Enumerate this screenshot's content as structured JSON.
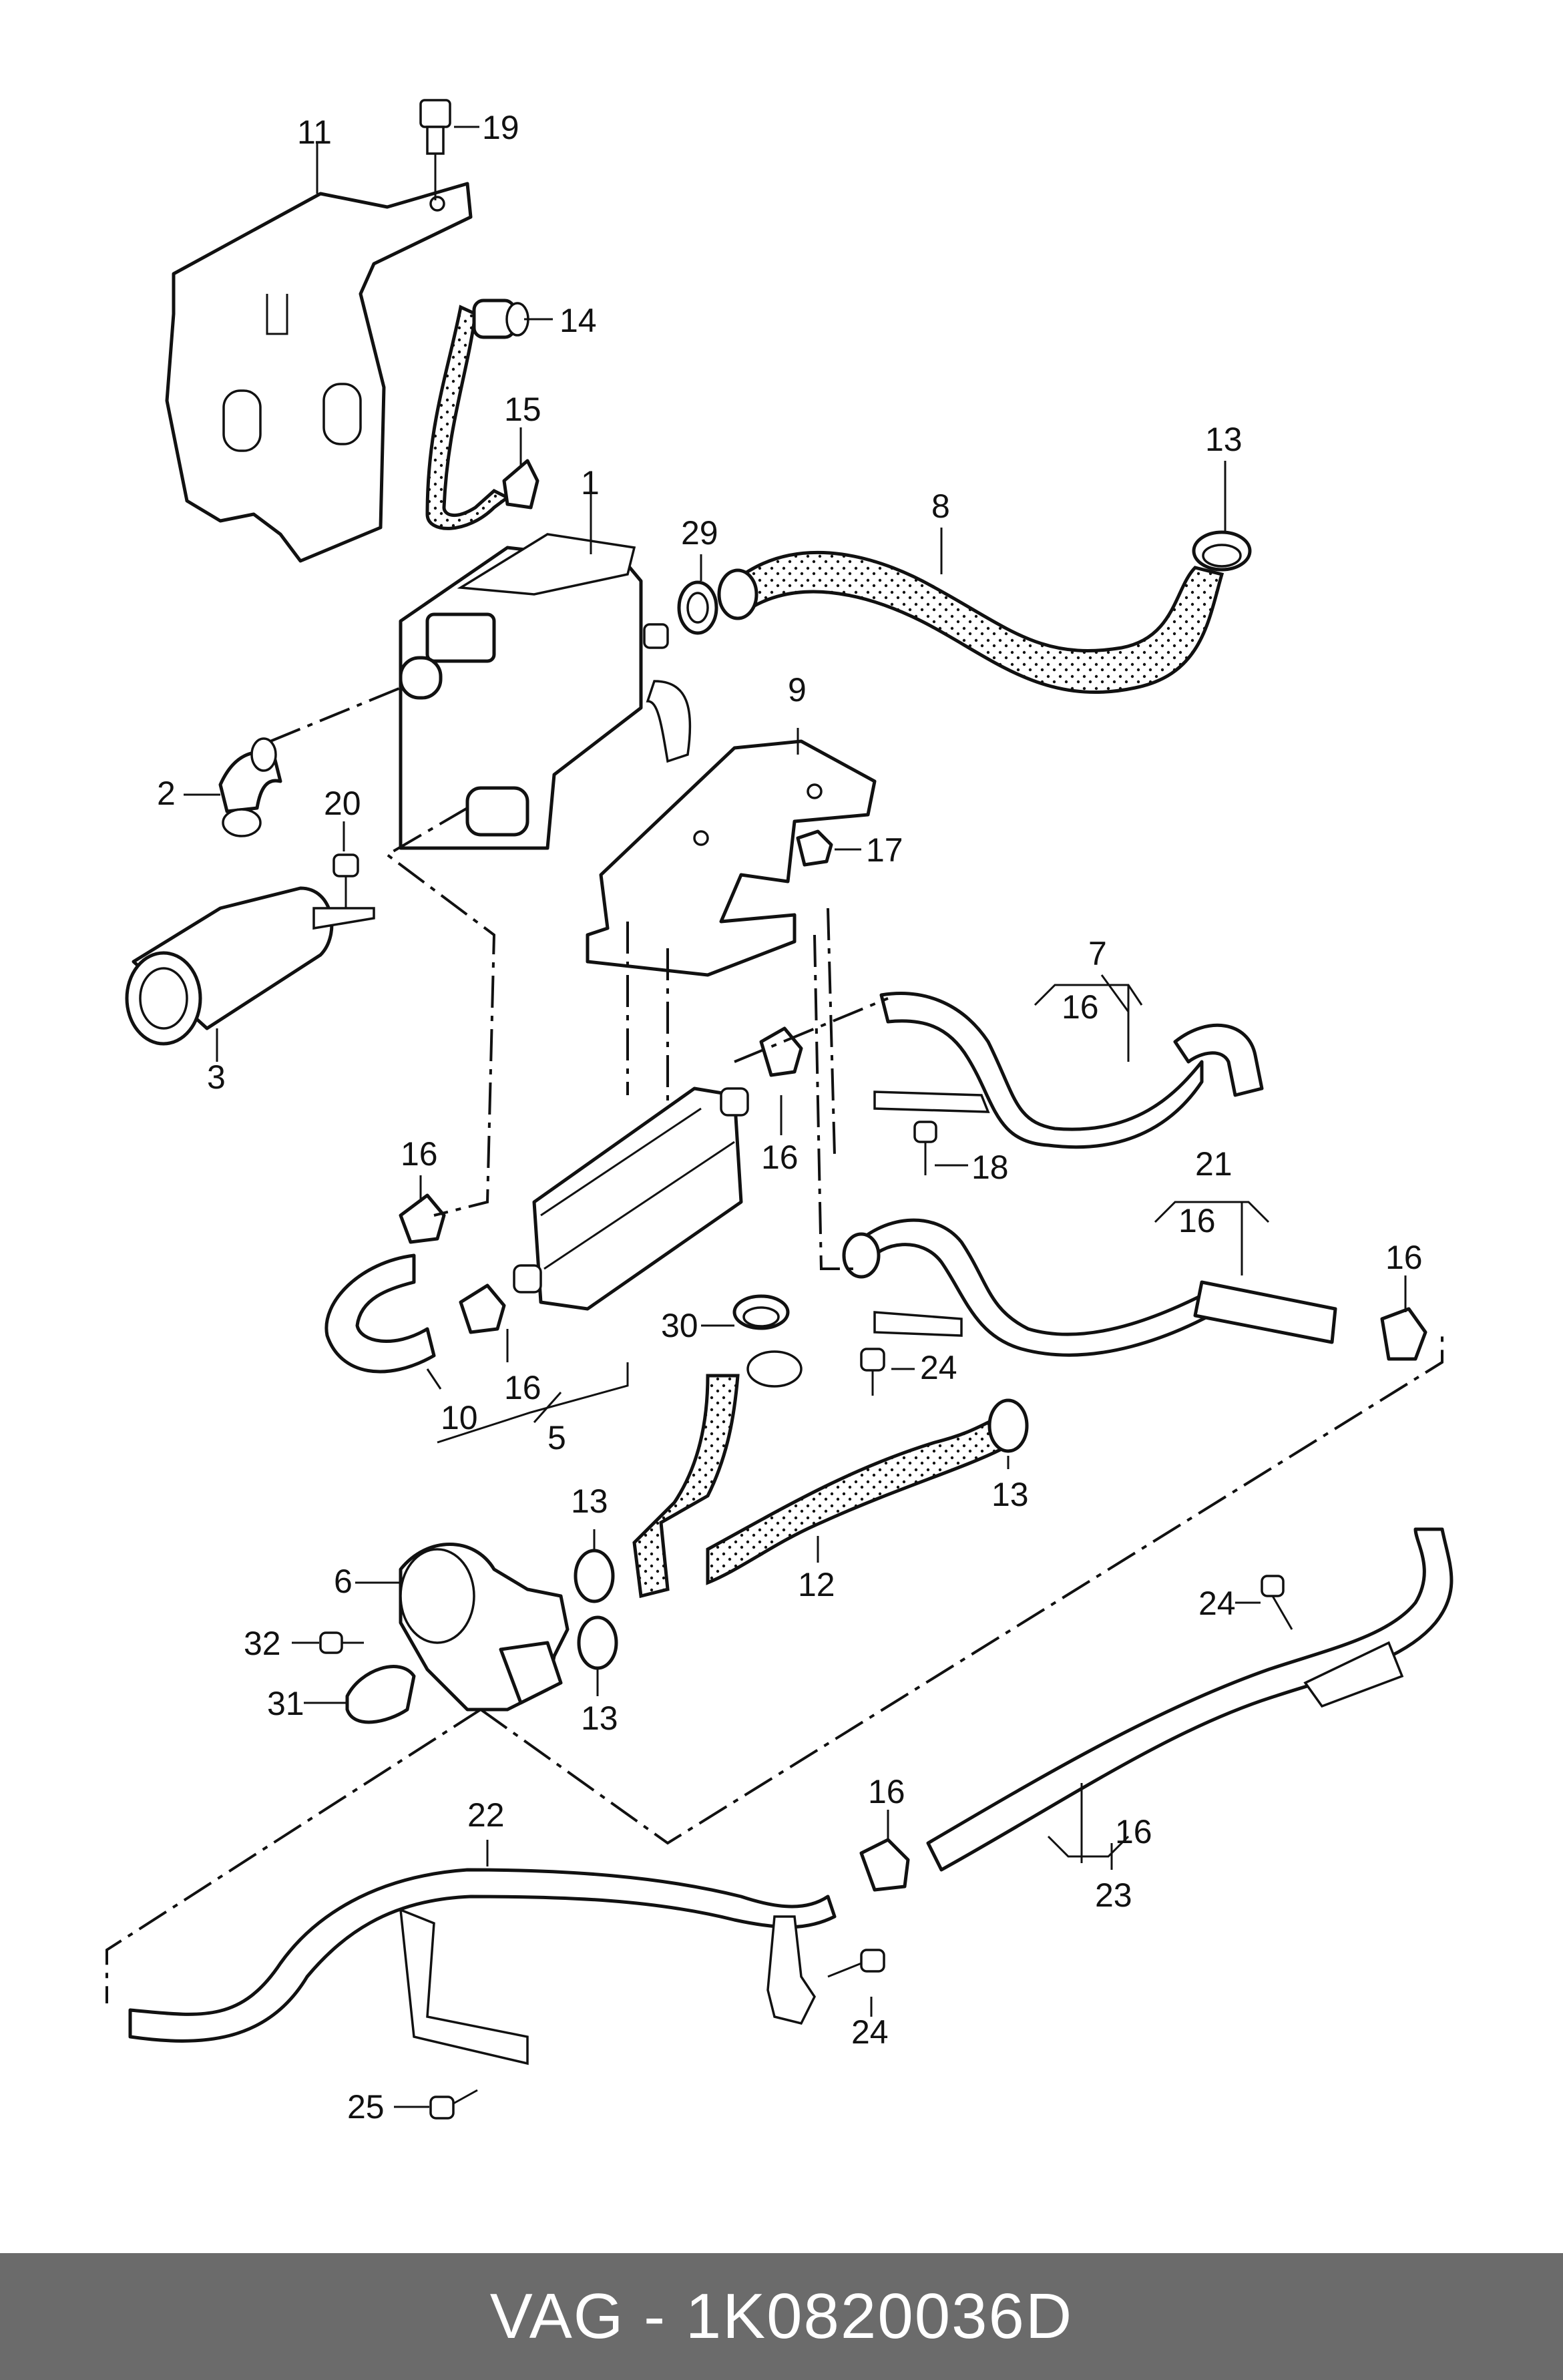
{
  "callouts": {
    "c1": "1",
    "c2": "2",
    "c3": "3",
    "c5": "5",
    "c6": "6",
    "c7": "7",
    "c8": "8",
    "c9": "9",
    "c10": "10",
    "c11": "11",
    "c12": "12",
    "c13a": "13",
    "c13b": "13",
    "c13c": "13",
    "c13d": "13",
    "c14": "14",
    "c15": "15",
    "c16a": "16",
    "c16b": "16",
    "c16c": "16",
    "c16d": "16",
    "c16e": "16",
    "c16f": "16",
    "c16g": "16",
    "c16h": "16",
    "c17": "17",
    "c18": "18",
    "c19": "19",
    "c20": "20",
    "c21": "21",
    "c22": "22",
    "c23": "23",
    "c24a": "24",
    "c24b": "24",
    "c24c": "24",
    "c25": "25",
    "c29": "29",
    "c30": "30",
    "c31": "31",
    "c32": "32"
  },
  "footer": {
    "text": "VAG - 1K0820036D"
  },
  "colors": {
    "footer_bg": "#6b6b6b",
    "footer_text": "#ffffff",
    "line": "#111111"
  }
}
